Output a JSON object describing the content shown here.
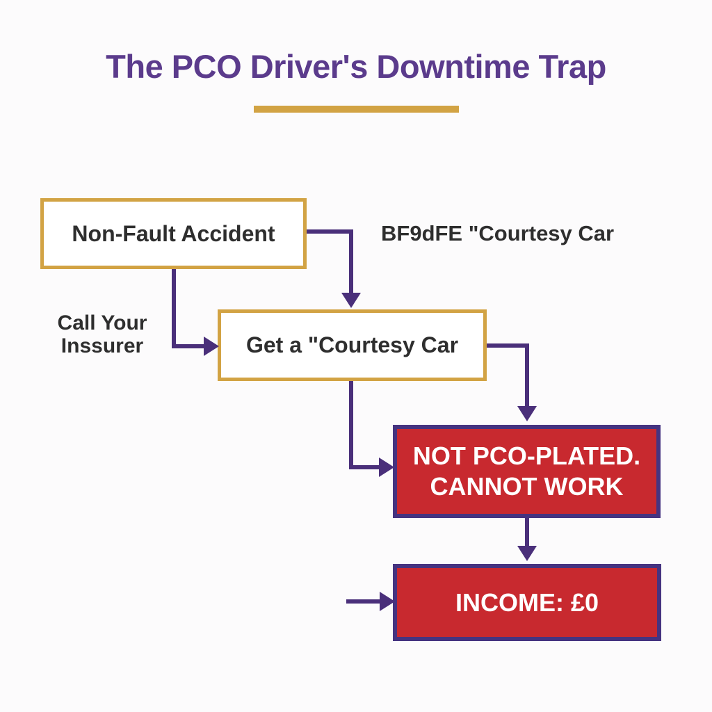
{
  "title": "The PCO Driver's Downtime Trap",
  "colors": {
    "title-purple": "#5b3b8c",
    "arrow-purple": "#4a2f7a",
    "gold": "#d2a344",
    "red": "#c8292f",
    "red-border": "#453380",
    "text-dark": "#2e2e2e",
    "box-bg": "#ffffff",
    "bg": "#fcfbfc",
    "white-text": "#ffffff"
  },
  "nodes": {
    "non_fault": {
      "label": "Non-Fault Accident"
    },
    "get_courtesy": {
      "label": "Get a \"Courtesy Car"
    },
    "not_pco": {
      "line1": "NOT PCO-PLATED.",
      "line2": "CANNOT WORK"
    },
    "income": {
      "label": "INCOME: £0"
    }
  },
  "annotations": {
    "courtesy_note": "BF9dFE \"Courtesy Car",
    "call_insurer_line1": "Call Your",
    "call_insurer_line2": "Inssurer"
  }
}
